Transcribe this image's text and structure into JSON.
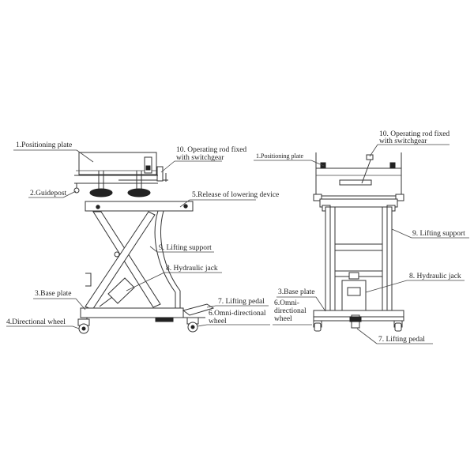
{
  "labels": {
    "left": {
      "positioning_plate": "1.Positioning plate",
      "guidepost": "2.Guidepost",
      "base_plate": "3.Base plate",
      "directional_wheel": "4.Directional wheel",
      "release_lowering": "5.Release of lowering device",
      "omni_wheel_line1": "6.Omni-directional",
      "omni_wheel_line2": "wheel",
      "lifting_pedal": "7. Lifting pedal",
      "hydraulic_jack": "8. Hydraulic jack",
      "lifting_support": "9. Lifting support",
      "operating_rod_line1": "10. Operating rod fixed",
      "operating_rod_line2": "with switchgear"
    },
    "right": {
      "positioning_plate": "1.Positioning plate",
      "operating_rod_line1": "10. Operating rod fixed",
      "operating_rod_line2": "with switchgear",
      "lifting_support": "9. Lifting support",
      "hydraulic_jack": "8. Hydraulic jack",
      "base_plate": "3.Base plate",
      "omni_wheel_line1": "6.Omni-",
      "omni_wheel_line2": "directional",
      "omni_wheel_line3": "wheel",
      "lifting_pedal": "7. Lifting pedal"
    }
  }
}
